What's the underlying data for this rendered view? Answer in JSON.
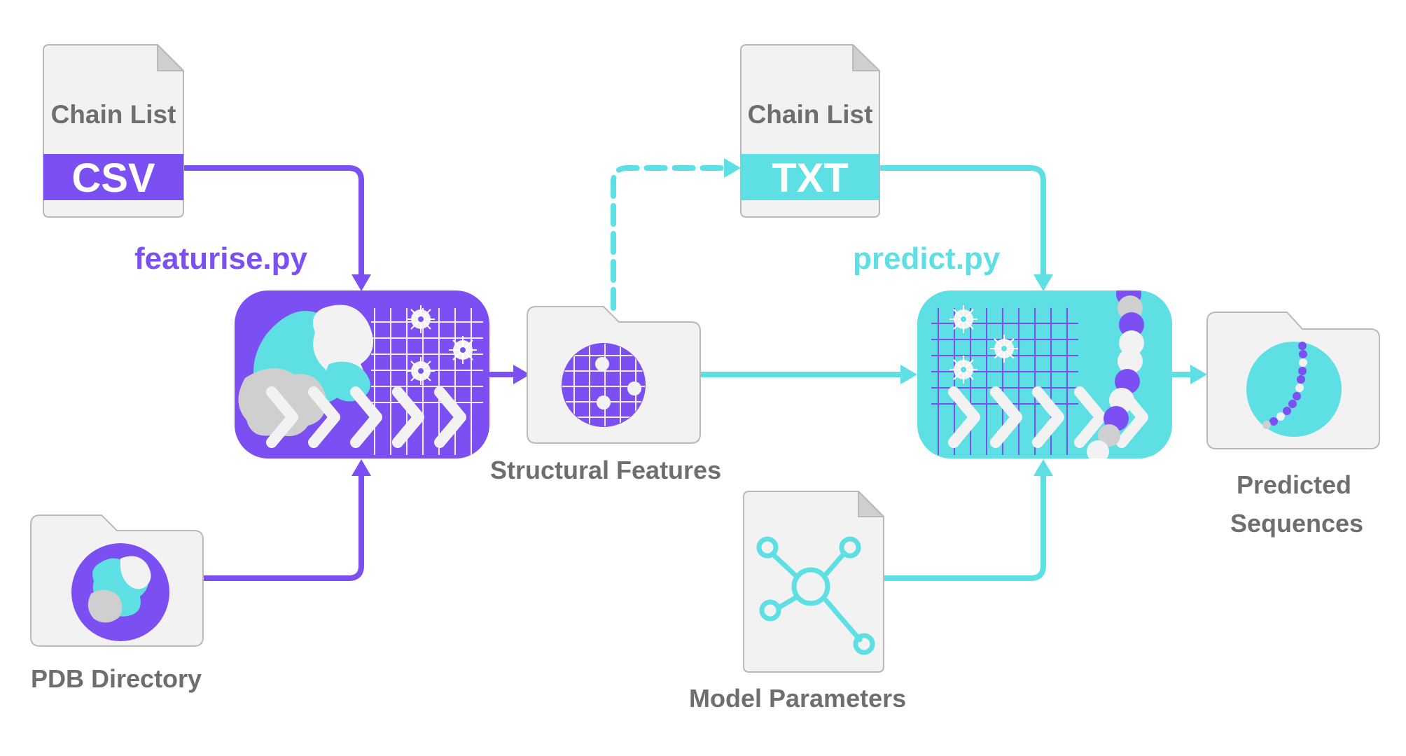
{
  "colors": {
    "purple": "#7b4ff2",
    "cyan": "#5ddfe3",
    "doc_fill": "#f2f2f2",
    "doc_stroke": "#b9b9b9",
    "label_gray": "#6e6e6e",
    "blob_gray": "#cfcfcf"
  },
  "inputs": {
    "chain_list_csv": {
      "title": "Chain List",
      "tag": "CSV",
      "icon": "document-icon"
    },
    "pdb_directory": {
      "label": "PDB Directory",
      "icon": "folder-icon"
    }
  },
  "featurise": {
    "label": "featurise.py",
    "icon": "protein-grid-processor-icon"
  },
  "structural_features": {
    "label": "Structural Features",
    "icon": "folder-icon"
  },
  "chain_list_txt": {
    "title": "Chain List",
    "tag": "TXT",
    "icon": "document-icon"
  },
  "predict": {
    "label": "predict.py",
    "icon": "grid-sequence-processor-icon"
  },
  "model_parameters": {
    "label": "Model Parameters",
    "icon": "network-icon"
  },
  "predicted_sequences": {
    "line1": "Predicted",
    "line2": "Sequences",
    "icon": "folder-icon"
  }
}
